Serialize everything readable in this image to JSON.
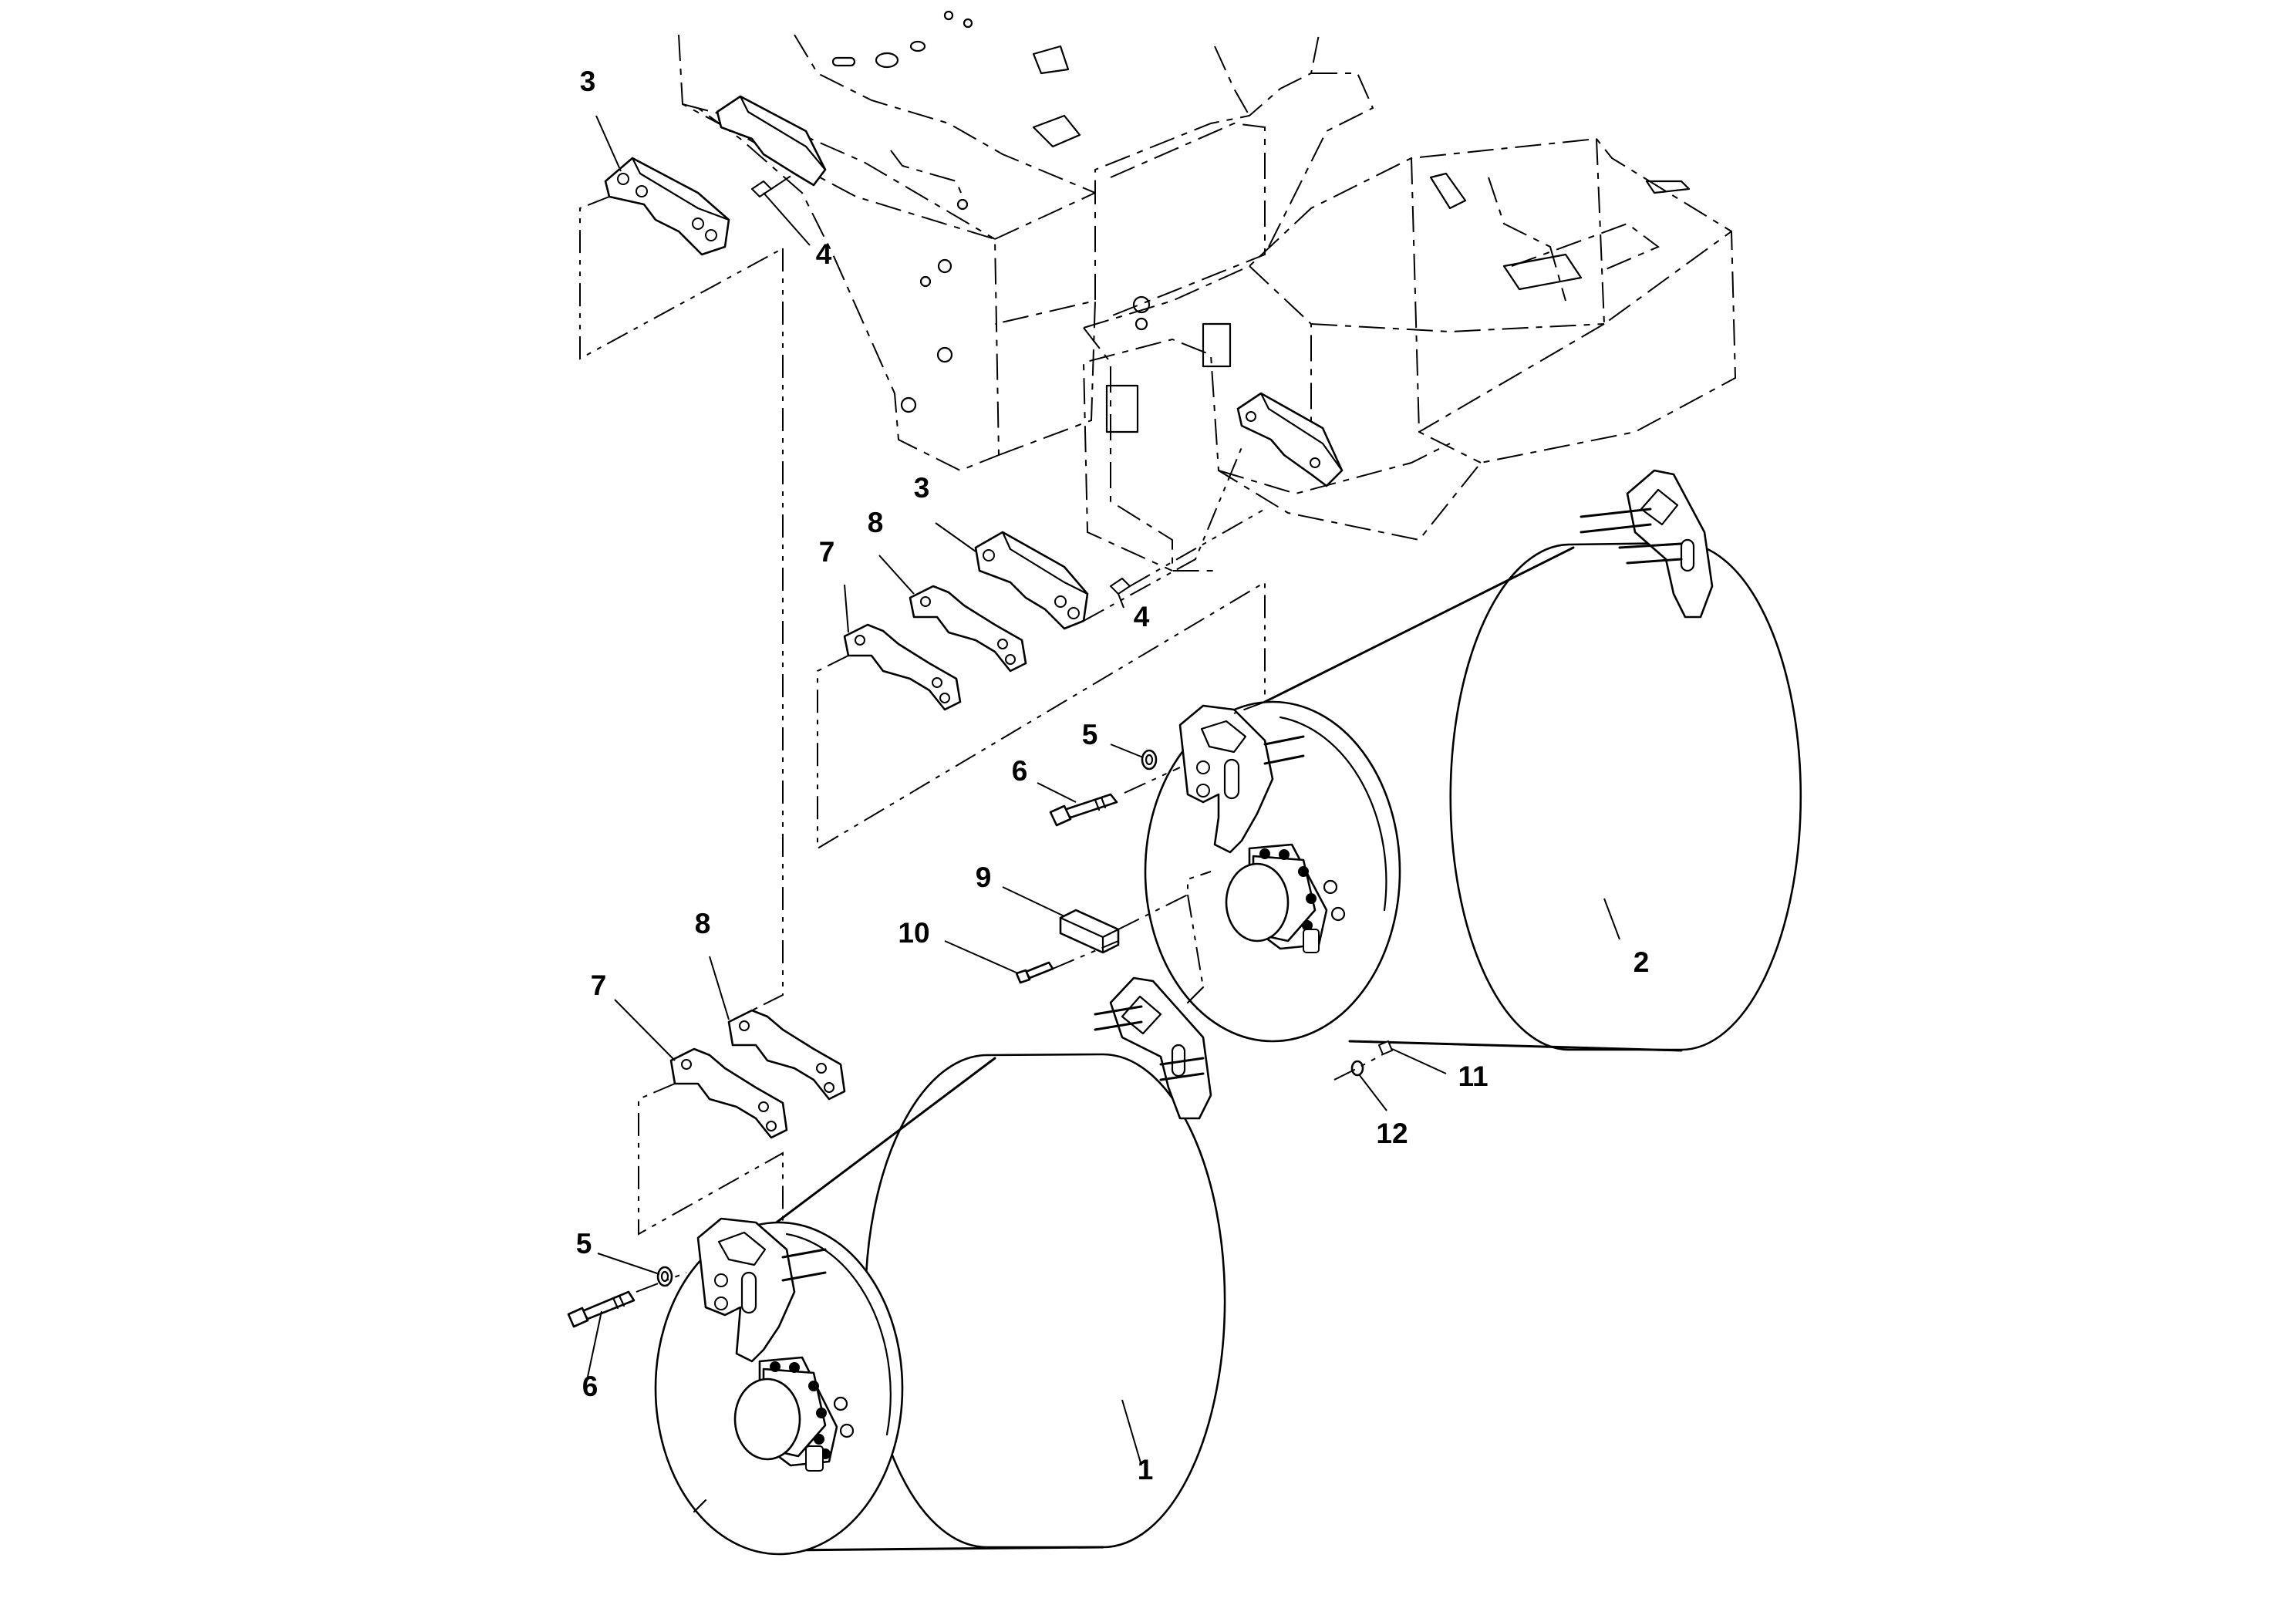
{
  "callouts": {
    "c1": "1",
    "c2": "2",
    "c3a": "3",
    "c3b": "3",
    "c4a": "4",
    "c4b": "4",
    "c5a": "5",
    "c5b": "5",
    "c6a": "6",
    "c6b": "6",
    "c7a": "7",
    "c7b": "7",
    "c8a": "8",
    "c8b": "8",
    "c9": "9",
    "c10": "10",
    "c11": "11",
    "c12": "12"
  }
}
